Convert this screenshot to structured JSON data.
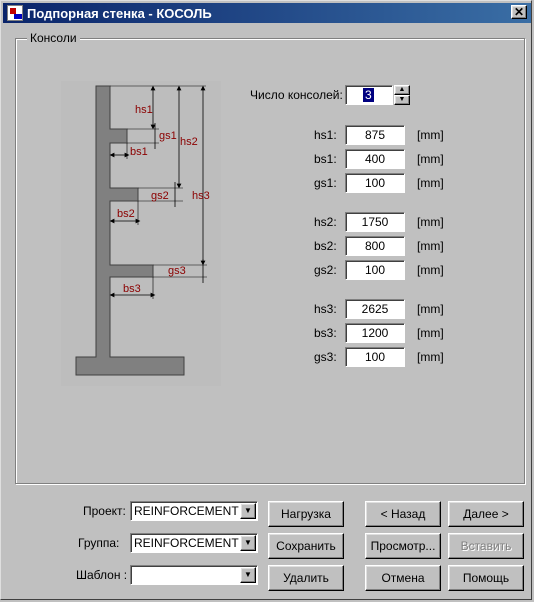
{
  "window": {
    "title": "Подпорная стенка - КОСОЛЬ",
    "close_glyph": "✕"
  },
  "group": {
    "label": "Консоли"
  },
  "diagram": {
    "labels": {
      "hs1": "hs1",
      "hs2": "hs2",
      "hs3": "hs3",
      "gs1": "gs1",
      "gs2": "gs2",
      "gs3": "gs3",
      "bs1": "bs1",
      "bs2": "bs2",
      "bs3": "bs3"
    },
    "colors": {
      "wall": "#808080",
      "dim_text": "#8b0000"
    }
  },
  "count": {
    "label": "Число консолей:",
    "value": "3"
  },
  "fields": [
    {
      "label": "hs1:",
      "value": "875",
      "unit": "[mm]"
    },
    {
      "label": "bs1:",
      "value": "400",
      "unit": "[mm]"
    },
    {
      "label": "gs1:",
      "value": "100",
      "unit": "[mm]"
    },
    {
      "label": "hs2:",
      "value": "1750",
      "unit": "[mm]"
    },
    {
      "label": "bs2:",
      "value": "800",
      "unit": "[mm]"
    },
    {
      "label": "gs2:",
      "value": "100",
      "unit": "[mm]"
    },
    {
      "label": "hs3:",
      "value": "2625",
      "unit": "[mm]"
    },
    {
      "label": "bs3:",
      "value": "1200",
      "unit": "[mm]"
    },
    {
      "label": "gs3:",
      "value": "100",
      "unit": "[mm]"
    }
  ],
  "bottom": {
    "project_label": "Проект:",
    "project_value": "REINFORCEMENT",
    "group_label": "Группа:",
    "group_value": "REINFORCEMENT",
    "template_label": "Шаблон :",
    "template_value": ""
  },
  "buttons": {
    "load": "Нагрузка",
    "save": "Сохранить",
    "delete": "Удалить",
    "back": "< Назад",
    "preview": "Просмотр...",
    "cancel": "Отмена",
    "next": "Далее >",
    "paste": "Вставить",
    "help": "Помощь"
  }
}
